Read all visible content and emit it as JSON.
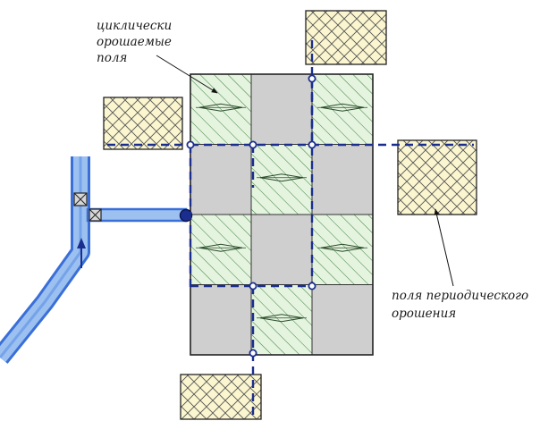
{
  "labels": {
    "cyclic_fields": [
      "циклически",
      "орошаемые",
      "поля"
    ],
    "periodic_fields": [
      "поля периодического",
      "орошения"
    ]
  },
  "colors": {
    "water": "#3a6fd8",
    "water_light": "#9cc0f0",
    "dashed_line": "#1b2e8f",
    "hatched_field": "#e4f4df",
    "gray_field": "#cfcfcf",
    "crosshatch_fill": "#fbf6cf",
    "outline": "#222222"
  },
  "grid": {
    "rows": 4,
    "cols": 3,
    "cells": [
      [
        "hatched",
        "gray",
        "hatched"
      ],
      [
        "gray",
        "hatched",
        "gray"
      ],
      [
        "hatched",
        "gray",
        "hatched"
      ],
      [
        "gray",
        "hatched",
        "gray"
      ]
    ]
  },
  "periodic_plots": [
    "top",
    "left",
    "right",
    "bottom"
  ],
  "flow_arrow": "up"
}
